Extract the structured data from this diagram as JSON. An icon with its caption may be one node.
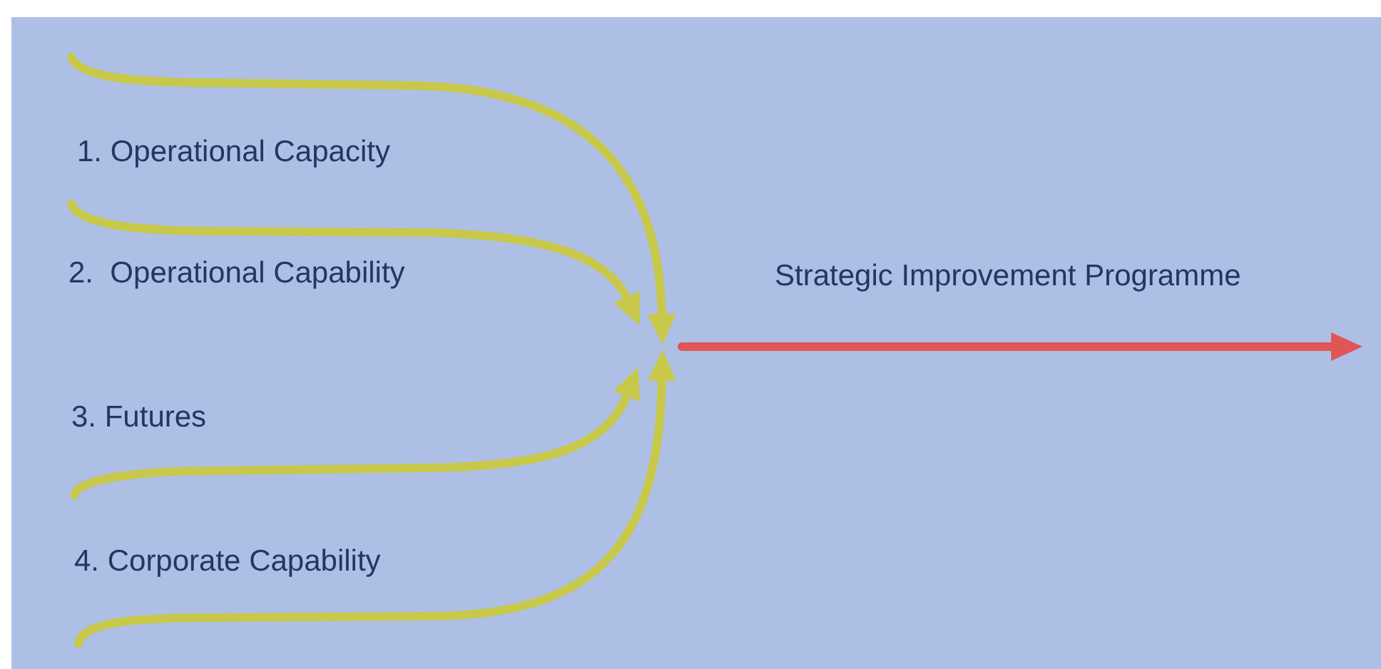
{
  "diagram": {
    "labels": [
      "1. Operational Capacity",
      "2.  Operational Capability",
      "Strategic Improvement Programme",
      "3. Futures",
      "4. Corporate Capability"
    ]
  }
}
